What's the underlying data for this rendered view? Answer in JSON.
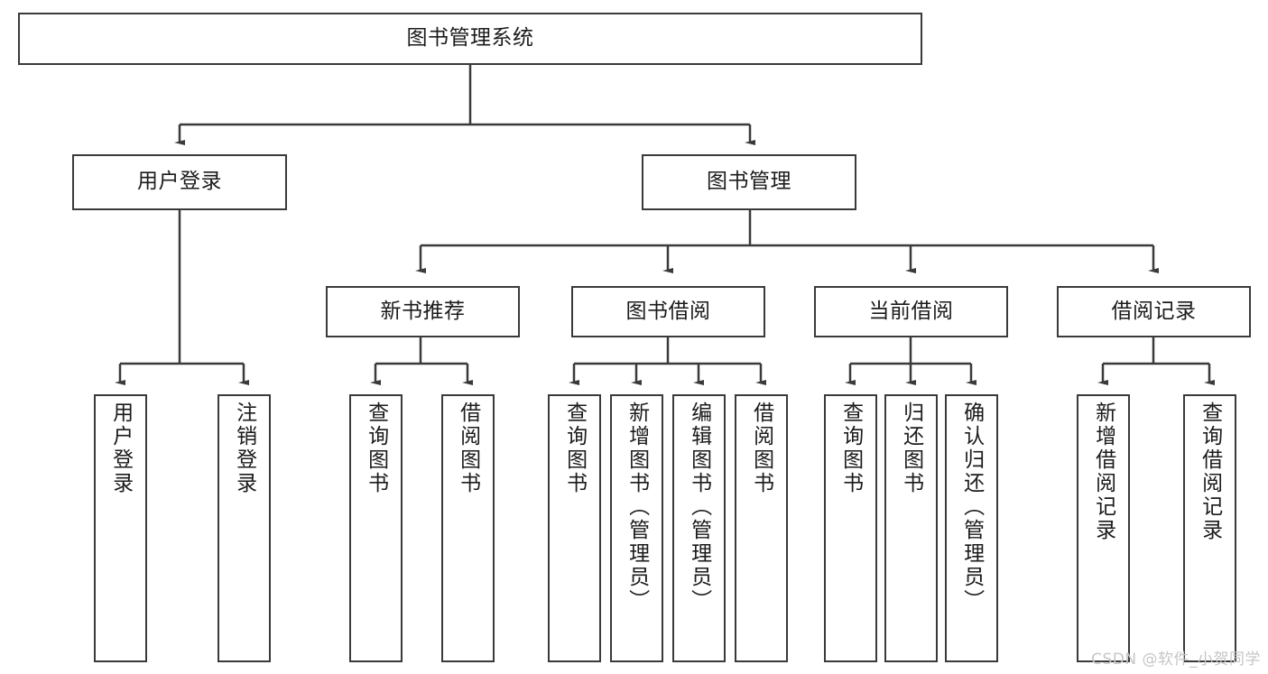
{
  "diagram": {
    "title": "图书管理系统",
    "type": "hierarchy-tree",
    "root": {
      "id": "root",
      "label": "图书管理系统"
    },
    "level1": [
      {
        "id": "user-login",
        "label": "用户登录"
      },
      {
        "id": "book-manage",
        "label": "图书管理"
      }
    ],
    "level2": [
      {
        "id": "new-book-recommend",
        "label": "新书推荐",
        "parent": "book-manage"
      },
      {
        "id": "book-borrow",
        "label": "图书借阅",
        "parent": "book-manage"
      },
      {
        "id": "current-borrow",
        "label": "当前借阅",
        "parent": "book-manage"
      },
      {
        "id": "borrow-record",
        "label": "借阅记录",
        "parent": "book-manage"
      }
    ],
    "leaves": {
      "user_login": [
        {
          "id": "leaf-user-login",
          "label": "用户登录"
        },
        {
          "id": "leaf-user-logout",
          "label": "注销登录"
        }
      ],
      "new_book_recommend": [
        {
          "id": "leaf-query-book-1",
          "label": "查询图书"
        },
        {
          "id": "leaf-borrow-book-1",
          "label": "借阅图书"
        }
      ],
      "book_borrow": [
        {
          "id": "leaf-query-book-2",
          "label": "查询图书"
        },
        {
          "id": "leaf-add-book",
          "label": "新增图书（管理员）"
        },
        {
          "id": "leaf-edit-book",
          "label": "编辑图书（管理员）"
        },
        {
          "id": "leaf-borrow-book-2",
          "label": "借阅图书"
        }
      ],
      "current_borrow": [
        {
          "id": "leaf-query-book-3",
          "label": "查询图书"
        },
        {
          "id": "leaf-return-book",
          "label": "归还图书"
        },
        {
          "id": "leaf-confirm-return",
          "label": "确认归还（管理员）"
        }
      ],
      "borrow_record": [
        {
          "id": "leaf-add-record",
          "label": "新增借阅记录"
        },
        {
          "id": "leaf-query-record",
          "label": "查询借阅记录"
        }
      ]
    },
    "colors": {
      "stroke": "#3a3a3a",
      "text": "#1b1b1b",
      "background": "#ffffff",
      "watermark": "#c6c6c6"
    }
  },
  "watermark": {
    "text": "CSDN @软件_小贺同学"
  }
}
